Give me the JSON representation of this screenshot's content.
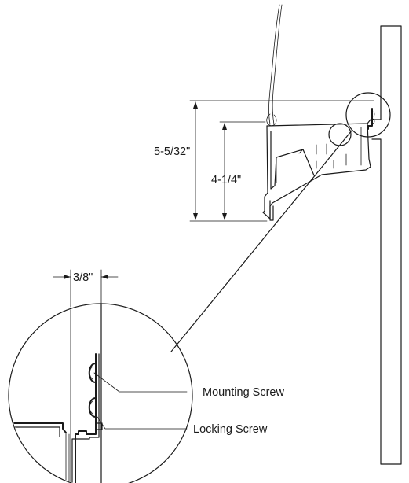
{
  "dimensions": {
    "total_height": "5-5/32\"",
    "body_height": "4-1/4\"",
    "offset_width": "3/8\""
  },
  "callouts": {
    "mounting_screw": "Mounting Screw",
    "locking_screw": "Locking Screw"
  }
}
